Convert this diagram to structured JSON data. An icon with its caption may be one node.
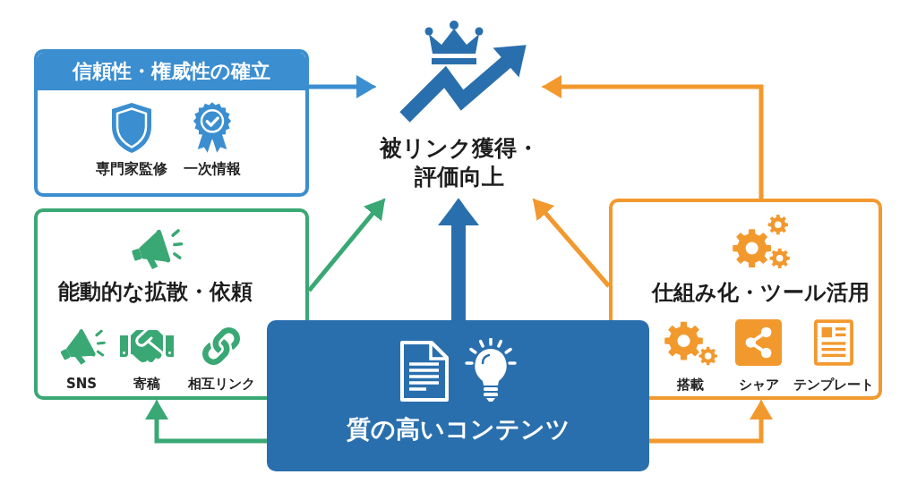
{
  "diagram": {
    "nodes": [
      {
        "text": [
          "信頼性・権威性の確立",
          "専門家監修",
          "一次情報"
        ]
      },
      {
        "text": [
          "被リンク獲得・評価向上"
        ]
      },
      {
        "text": [
          "能動的な拡散・依頼",
          "SNS",
          "寄稿",
          "相互リンク"
        ]
      },
      {
        "text": [
          "仕組み化・ツール活用",
          "搭載",
          "シャア",
          "テンプレート"
        ]
      },
      {
        "text": [
          "質の高いコンテンツ"
        ]
      }
    ],
    "edges": [
      {
        "from": 0,
        "to": 1,
        "arrow": "to",
        "color": "#3b8ed0"
      },
      {
        "from": 2,
        "to": 1,
        "arrow": "to",
        "color": "#3aa874"
      },
      {
        "from": 4,
        "to": 1,
        "arrow": "to",
        "style": "thick",
        "color": "#2a6fad"
      },
      {
        "from": 3,
        "to": 1,
        "arrow": "to",
        "color": "#f2992e"
      },
      {
        "from": 3,
        "to": 1,
        "arrow": "to",
        "color": "#f2992e"
      },
      {
        "from": 4,
        "to": 2,
        "arrow": "to",
        "color": "#3aa874"
      },
      {
        "from": 4,
        "to": 3,
        "arrow": "to",
        "color": "#f2992e"
      }
    ]
  }
}
